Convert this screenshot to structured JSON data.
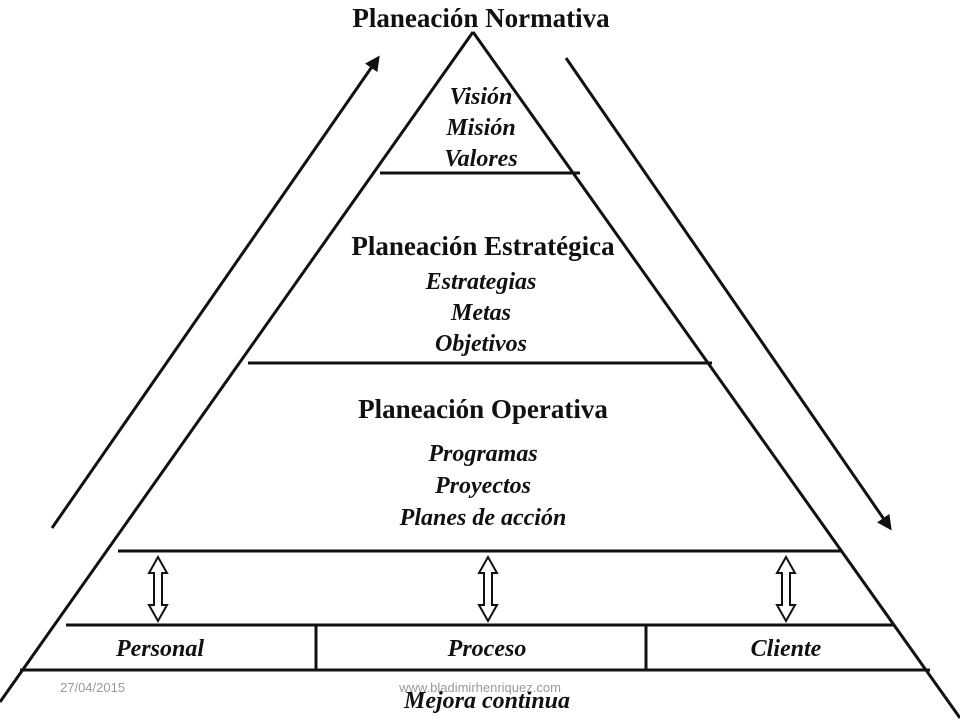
{
  "top": {
    "title": "Planeación Normativa",
    "items": [
      "Visión",
      "Misión",
      "Valores"
    ]
  },
  "strategic": {
    "title": "Planeación Estratégica",
    "items": [
      "Estrategias",
      "Metas",
      "Objetivos"
    ]
  },
  "operative": {
    "title": "Planeación Operativa",
    "items": [
      "Programas",
      "Proyectos",
      "Planes de acción"
    ]
  },
  "base": {
    "cells": [
      "Personal",
      "Proceso",
      "Cliente"
    ],
    "bottom_label": "Mejora continua"
  },
  "footer": {
    "date": "27/04/2015",
    "url": "www.bladimirhenriquez.com"
  },
  "colors": {
    "ink": "#111111",
    "background": "#ffffff",
    "footer_text": "#9a9a9a"
  }
}
